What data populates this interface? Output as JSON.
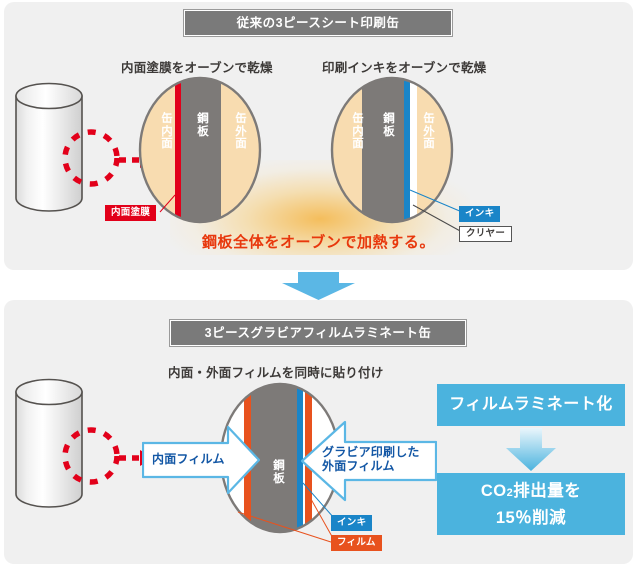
{
  "colors": {
    "panel_bg": "#f0f0f0",
    "banner_bg": "#7a7a7a",
    "steel_gray": "#7d7a78",
    "beige": "#f8dcb0",
    "coating_red": "#e2001a",
    "ink_blue": "#1a85c8",
    "film_orange": "#e8521e",
    "result_blue": "#4bb3de",
    "heat_text": "#e8380d",
    "arrow_blue": "#5bb7e5",
    "label_blue": "#1357a5",
    "dashed_red": "#e2001a",
    "clear_white": "#ffffff"
  },
  "top_section": {
    "banner": "従来の3ピースシート印刷缶",
    "caption_left": "内面塗膜をオーブンで乾燥",
    "caption_right": "印刷インキをオーブンで乾燥",
    "heat_note": "鋼板全体をオーブンで加熱する。",
    "cross_section_a": {
      "layers_inner_label": "缶内面",
      "layers_steel_label": "鋼板",
      "layers_outer_label": "缶外面",
      "callout_coating": "内面塗膜"
    },
    "cross_section_b": {
      "layers_inner_label": "缶内面",
      "layers_steel_label": "鋼板",
      "layers_outer_label": "缶外面",
      "callout_ink": "インキ",
      "callout_clear": "クリヤー"
    }
  },
  "bottom_section": {
    "banner": "3ピースグラビアフィルムラミネート缶",
    "caption": "内面・外面フィルムを同時に貼り付け",
    "cross_section": {
      "layers_steel_label": "鋼板",
      "callout_ink": "インキ",
      "callout_film": "フィルム"
    },
    "arrow_inner_label": "内面フィルム",
    "arrow_outer_label_line1": "グラビア印刷した",
    "arrow_outer_label_line2": "外面フィルム",
    "result_top": "フィルムラミネート化",
    "result_bottom_line1_pre": "CO",
    "result_bottom_line1_sub": "2",
    "result_bottom_line1_post": "排出量を",
    "result_bottom_line2": "15％削減"
  },
  "icons": {
    "transition_arrow": "down-arrow-icon",
    "result_arrow": "down-arrow-gradient-icon",
    "magnifier_circle": "dashed-circle-icon",
    "magnifier_arrow": "dashed-right-arrow-icon",
    "can": "cylinder-can-icon"
  }
}
